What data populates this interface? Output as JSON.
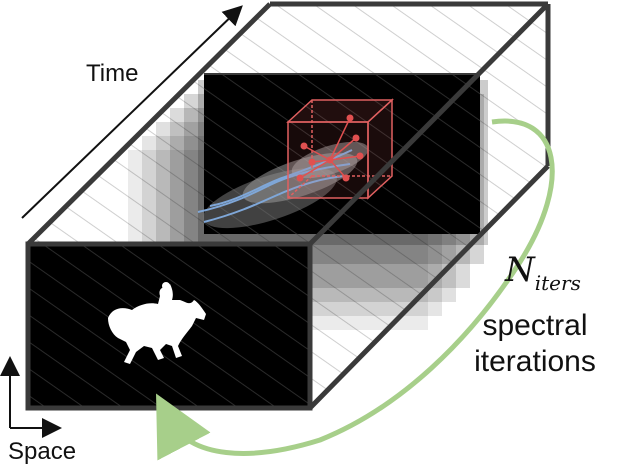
{
  "labels": {
    "time": "Time",
    "space": "Space",
    "niters_main": "N",
    "niters_sub": "iters",
    "spectral_line1": "spectral",
    "spectral_line2": "iterations"
  },
  "colors": {
    "frame_stroke": "#3a3a3a",
    "hatch": "#cfcfcf",
    "frame_fill": "#000000",
    "silhouette": "#ffffff",
    "cube_edge": "#e06060",
    "graph_node": "#e05050",
    "trajectory": "#7fa7d8",
    "loop_arrow": "#a7cf8a",
    "axis": "#111111"
  },
  "icons": [
    "horse-rider-silhouette",
    "feature-cube",
    "time-axis-arrow",
    "space-axis-arrow",
    "loop-arrow"
  ]
}
